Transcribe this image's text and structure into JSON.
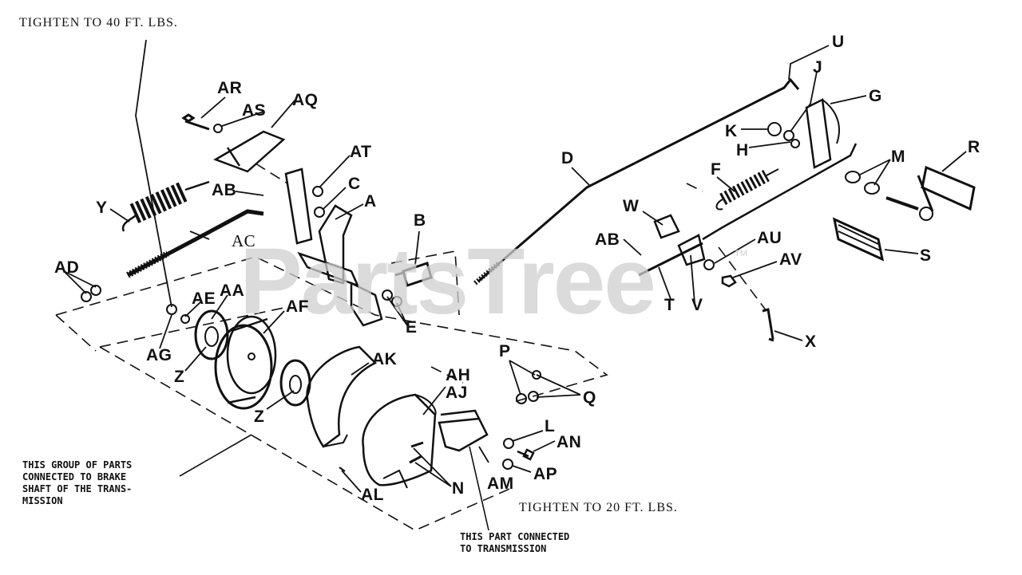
{
  "watermark": {
    "text": "PartsTree",
    "tm": "TM"
  },
  "annotations": {
    "tighten_40": "TIGHTEN TO 40 FT. LBS.",
    "tighten_20": "TIGHTEN TO 20 FT. LBS.",
    "group_note": [
      "THIS GROUP OF PARTS",
      "CONNECTED TO BRAKE",
      "SHAFT OF THE TRANS-",
      "MISSION"
    ],
    "transmission_note": [
      "THIS PART CONNECTED",
      "TO TRANSMISSION"
    ]
  },
  "callouts": {
    "U": "U",
    "J": "J",
    "G": "G",
    "K": "K",
    "H": "H",
    "R": "R",
    "M": "M",
    "D": "D",
    "F": "F",
    "W": "W",
    "AB1": "AB",
    "AB2": "AB",
    "AU": "AU",
    "AV": "AV",
    "S": "S",
    "T": "T",
    "V": "V",
    "X": "X",
    "AR": "AR",
    "AS": "AS",
    "AQ": "AQ",
    "AT": "AT",
    "C": "C",
    "A": "A",
    "Y": "Y",
    "AC": "AC",
    "B": "B",
    "AD": "AD",
    "AE": "AE",
    "AA": "AA",
    "AF": "AF",
    "E": "E",
    "AG": "AG",
    "Z1": "Z",
    "Z2": "Z",
    "AK": "AK",
    "P": "P",
    "AH": "AH",
    "AJ": "AJ",
    "Q": "Q",
    "L": "L",
    "AN": "AN",
    "AP": "AP",
    "AM": "AM",
    "N": "N",
    "AL": "AL"
  }
}
